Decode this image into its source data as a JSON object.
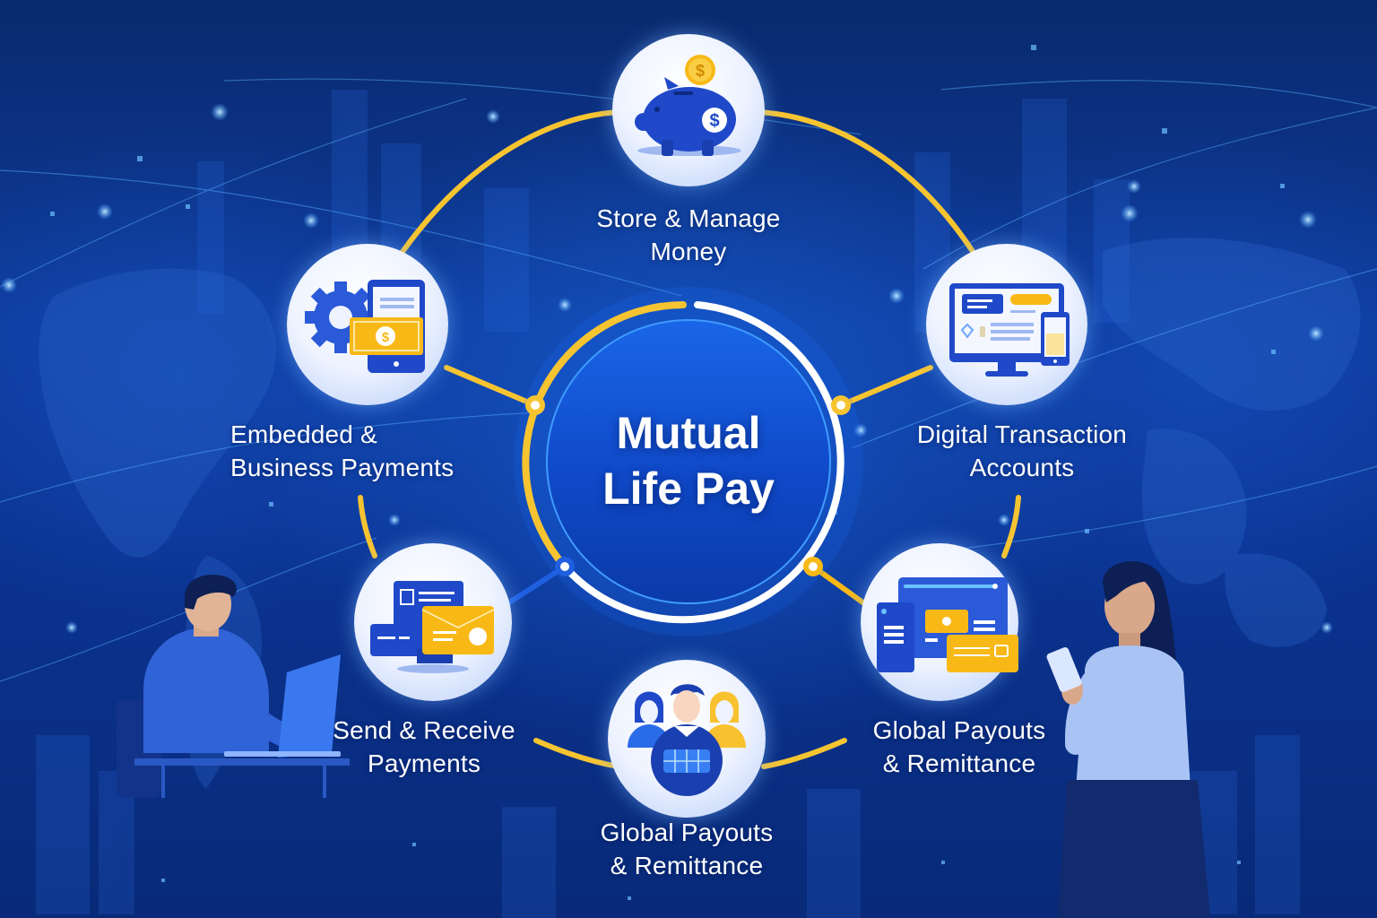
{
  "center": {
    "title_line1": "Mutual",
    "title_line2": "Life Pay"
  },
  "nodes": [
    {
      "id": "store",
      "icon": "piggy-bank-icon",
      "line1": "Store & Manage",
      "line2": "Money"
    },
    {
      "id": "embedded",
      "icon": "gear-tablet-cash-icon",
      "line1": "Embedded &",
      "line2": "Business Payments"
    },
    {
      "id": "digital",
      "icon": "monitor-phone-icon",
      "line1": "Digital Transaction",
      "line2": "Accounts"
    },
    {
      "id": "send",
      "icon": "payment-cards-icon",
      "line1": "Send & Receive",
      "line2": "Payments"
    },
    {
      "id": "global_center",
      "icon": "people-globe-icon",
      "line1": "Global Payouts",
      "line2": "& Remittance"
    },
    {
      "id": "global_right",
      "icon": "browser-card-icon",
      "line1": "Global Payouts",
      "line2": "& Remittance"
    }
  ],
  "colors": {
    "background_dark": "#0a2a6e",
    "background_mid": "#0d3a9a",
    "center_disc": "#0f49c8",
    "accent_yellow": "#f7c431",
    "ring_white": "#ffffff",
    "icon_blue": "#1f49c9",
    "icon_yellow": "#f8b916",
    "connector_blue": "#1f5fe0"
  },
  "illustrations": {
    "left_person": "man-working-on-laptop",
    "right_person": "woman-using-smartphone",
    "background": "world-map-city-network"
  }
}
